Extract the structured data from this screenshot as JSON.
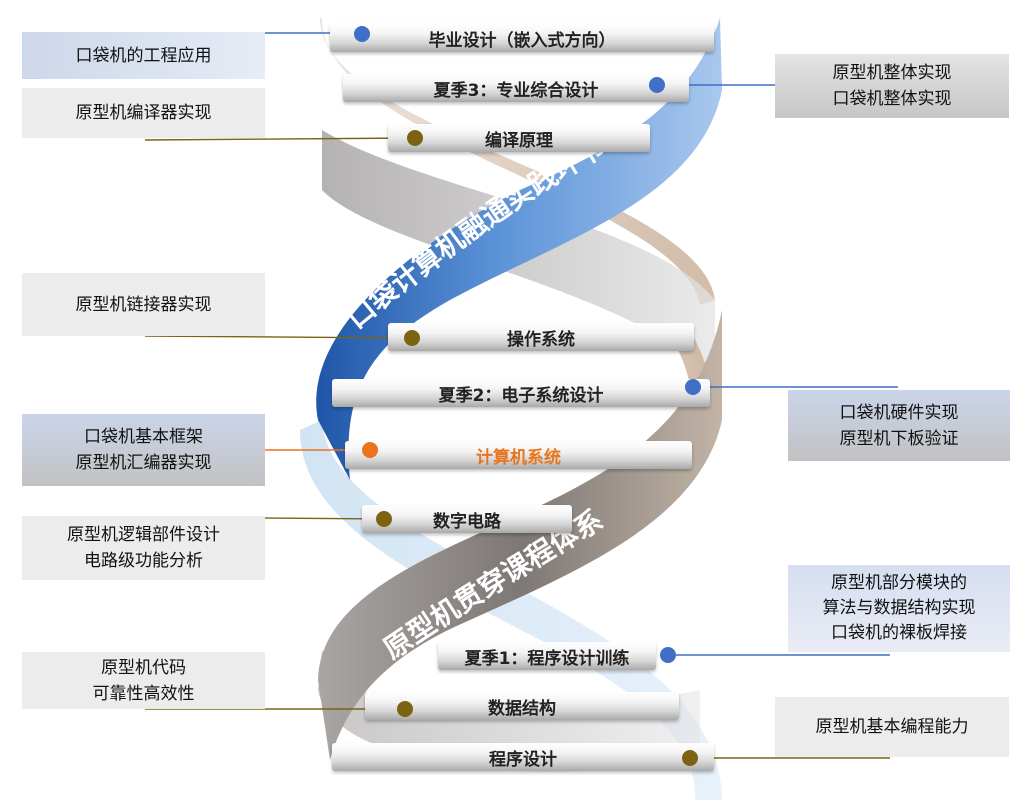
{
  "rungs": [
    {
      "id": "grad",
      "text": "毕业设计（嵌入式方向）"
    },
    {
      "id": "summer3",
      "text": "夏季3：专业综合设计"
    },
    {
      "id": "compiler",
      "text": "编译原理"
    },
    {
      "id": "os",
      "text": "操作系统"
    },
    {
      "id": "summer2",
      "text": "夏季2：电子系统设计"
    },
    {
      "id": "compsys",
      "text": "计算机系统"
    },
    {
      "id": "digital",
      "text": "数字电路"
    },
    {
      "id": "summer1",
      "text": "夏季1：程序设计训练"
    },
    {
      "id": "ds",
      "text": "数据结构"
    },
    {
      "id": "prog",
      "text": "程序设计"
    }
  ],
  "bands": {
    "blue": "口袋计算机融通实践环节",
    "grey": "原型机贯穿课程体系"
  },
  "labels": {
    "l1": [
      "口袋机的工程应用"
    ],
    "l2": [
      "原型机编译器实现"
    ],
    "l3": [
      "原型机链接器实现"
    ],
    "l4": [
      "口袋机基本框架",
      "原型机汇编器实现"
    ],
    "l5": [
      "原型机逻辑部件设计",
      "电路级功能分析"
    ],
    "l6": [
      "原型机代码",
      "可靠性高效性"
    ],
    "r1": [
      "原型机整体实现",
      "口袋机整体实现"
    ],
    "r2": [
      "口袋机硬件实现",
      "原型机下板验证"
    ],
    "r3": [
      "原型机部分模块的",
      "算法与数据结构实现",
      "口袋机的裸板焊接"
    ],
    "r4": [
      "原型机基本编程能力"
    ]
  },
  "colors": {
    "blue_dot": "#3f6fc6",
    "brown_dot": "#7b6312",
    "orange_dot": "#e8751c",
    "highlight_text": "#e8751c",
    "blue_band": "#3d78c8",
    "grey_band": "#8a8583"
  }
}
